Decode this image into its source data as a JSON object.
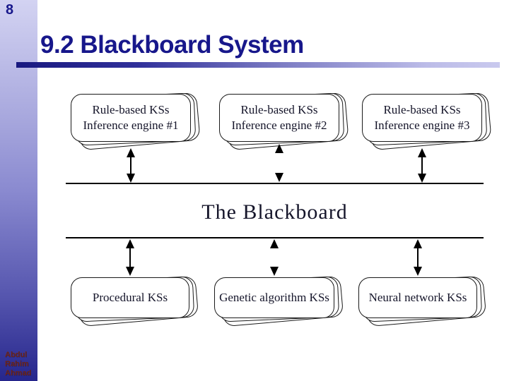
{
  "slide": {
    "number": "8",
    "title": "9.2 Blackboard System",
    "footer_lines": [
      "Abdul",
      "Rahim",
      "Ahmad"
    ],
    "colors": {
      "title_text": "#17178b",
      "sidebar_top": "#d3d3f2",
      "sidebar_bottom": "#26268c",
      "underline_dark": "#191980",
      "underline_light": "#c9c9ee",
      "footer_text": "#6e2418",
      "diagram_ink": "#000000"
    },
    "icons": {
      "double_arrow": "double-headed vertical arrow ↕",
      "arrowheads_only": "opposing arrowheads without shaft"
    }
  },
  "diagram": {
    "top_boxes": [
      {
        "lines": [
          "Rule-based KSs",
          "Inference engine #1"
        ]
      },
      {
        "lines": [
          "Rule-based KSs",
          "Inference engine #2"
        ]
      },
      {
        "lines": [
          "Rule-based KSs",
          "Inference engine #3"
        ]
      }
    ],
    "blackboard_label": "The Blackboard",
    "bottom_boxes": [
      {
        "label": "Procedural KSs"
      },
      {
        "label": "Genetic algorithm KSs"
      },
      {
        "label": "Neural network KSs"
      }
    ]
  }
}
